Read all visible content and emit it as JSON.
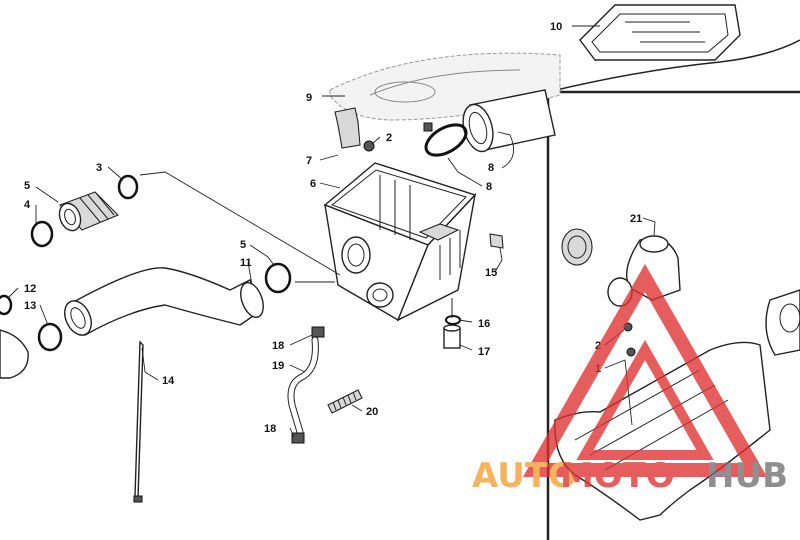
{
  "callouts": [
    {
      "id": "c1",
      "text": "1"
    },
    {
      "id": "c2a",
      "text": "2"
    },
    {
      "id": "c2b",
      "text": "2"
    },
    {
      "id": "c3",
      "text": "3"
    },
    {
      "id": "c4",
      "text": "4"
    },
    {
      "id": "c5a",
      "text": "5"
    },
    {
      "id": "c5b",
      "text": "5"
    },
    {
      "id": "c6",
      "text": "6"
    },
    {
      "id": "c7",
      "text": "7"
    },
    {
      "id": "c8a",
      "text": "8"
    },
    {
      "id": "c8b",
      "text": "8"
    },
    {
      "id": "c9",
      "text": "9"
    },
    {
      "id": "c10",
      "text": "10"
    },
    {
      "id": "c11",
      "text": "11"
    },
    {
      "id": "c12",
      "text": "12"
    },
    {
      "id": "c13",
      "text": "13"
    },
    {
      "id": "c14",
      "text": "14"
    },
    {
      "id": "c15",
      "text": "15"
    },
    {
      "id": "c16",
      "text": "16"
    },
    {
      "id": "c17",
      "text": "17"
    },
    {
      "id": "c18a",
      "text": "18"
    },
    {
      "id": "c18b",
      "text": "18"
    },
    {
      "id": "c19",
      "text": "19"
    },
    {
      "id": "c20",
      "text": "20"
    },
    {
      "id": "c21",
      "text": "21"
    }
  ],
  "watermark": {
    "part1": "AUTO",
    "part2": "MOTO",
    "part3": "HUB",
    "color_orange": "#f0a030",
    "color_red": "#e03030",
    "color_gray": "#707070"
  }
}
